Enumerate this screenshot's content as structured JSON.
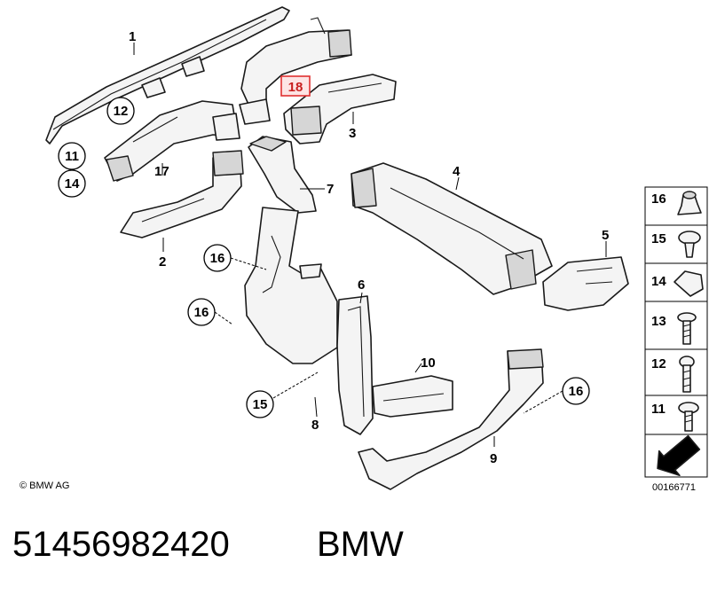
{
  "labels": {
    "p1": "1",
    "p2": "2",
    "p3": "3",
    "p4": "4",
    "p5": "5",
    "p6": "6",
    "p7": "7",
    "p8": "8",
    "p9": "9",
    "p10": "10",
    "p11": "11",
    "p12": "12",
    "p14": "14",
    "p15": "15",
    "p16a": "16",
    "p16b": "16",
    "p16c": "16",
    "p17": "17",
    "p18": "18"
  },
  "side_panel": [
    "16",
    "15",
    "14",
    "13",
    "12",
    "11"
  ],
  "copyright": "© BMW AG",
  "diagram_number": "00166771",
  "part_number": "51456982420",
  "brand": "BMW",
  "colors": {
    "highlight": "#e03030",
    "line": "#1a1a1a"
  }
}
